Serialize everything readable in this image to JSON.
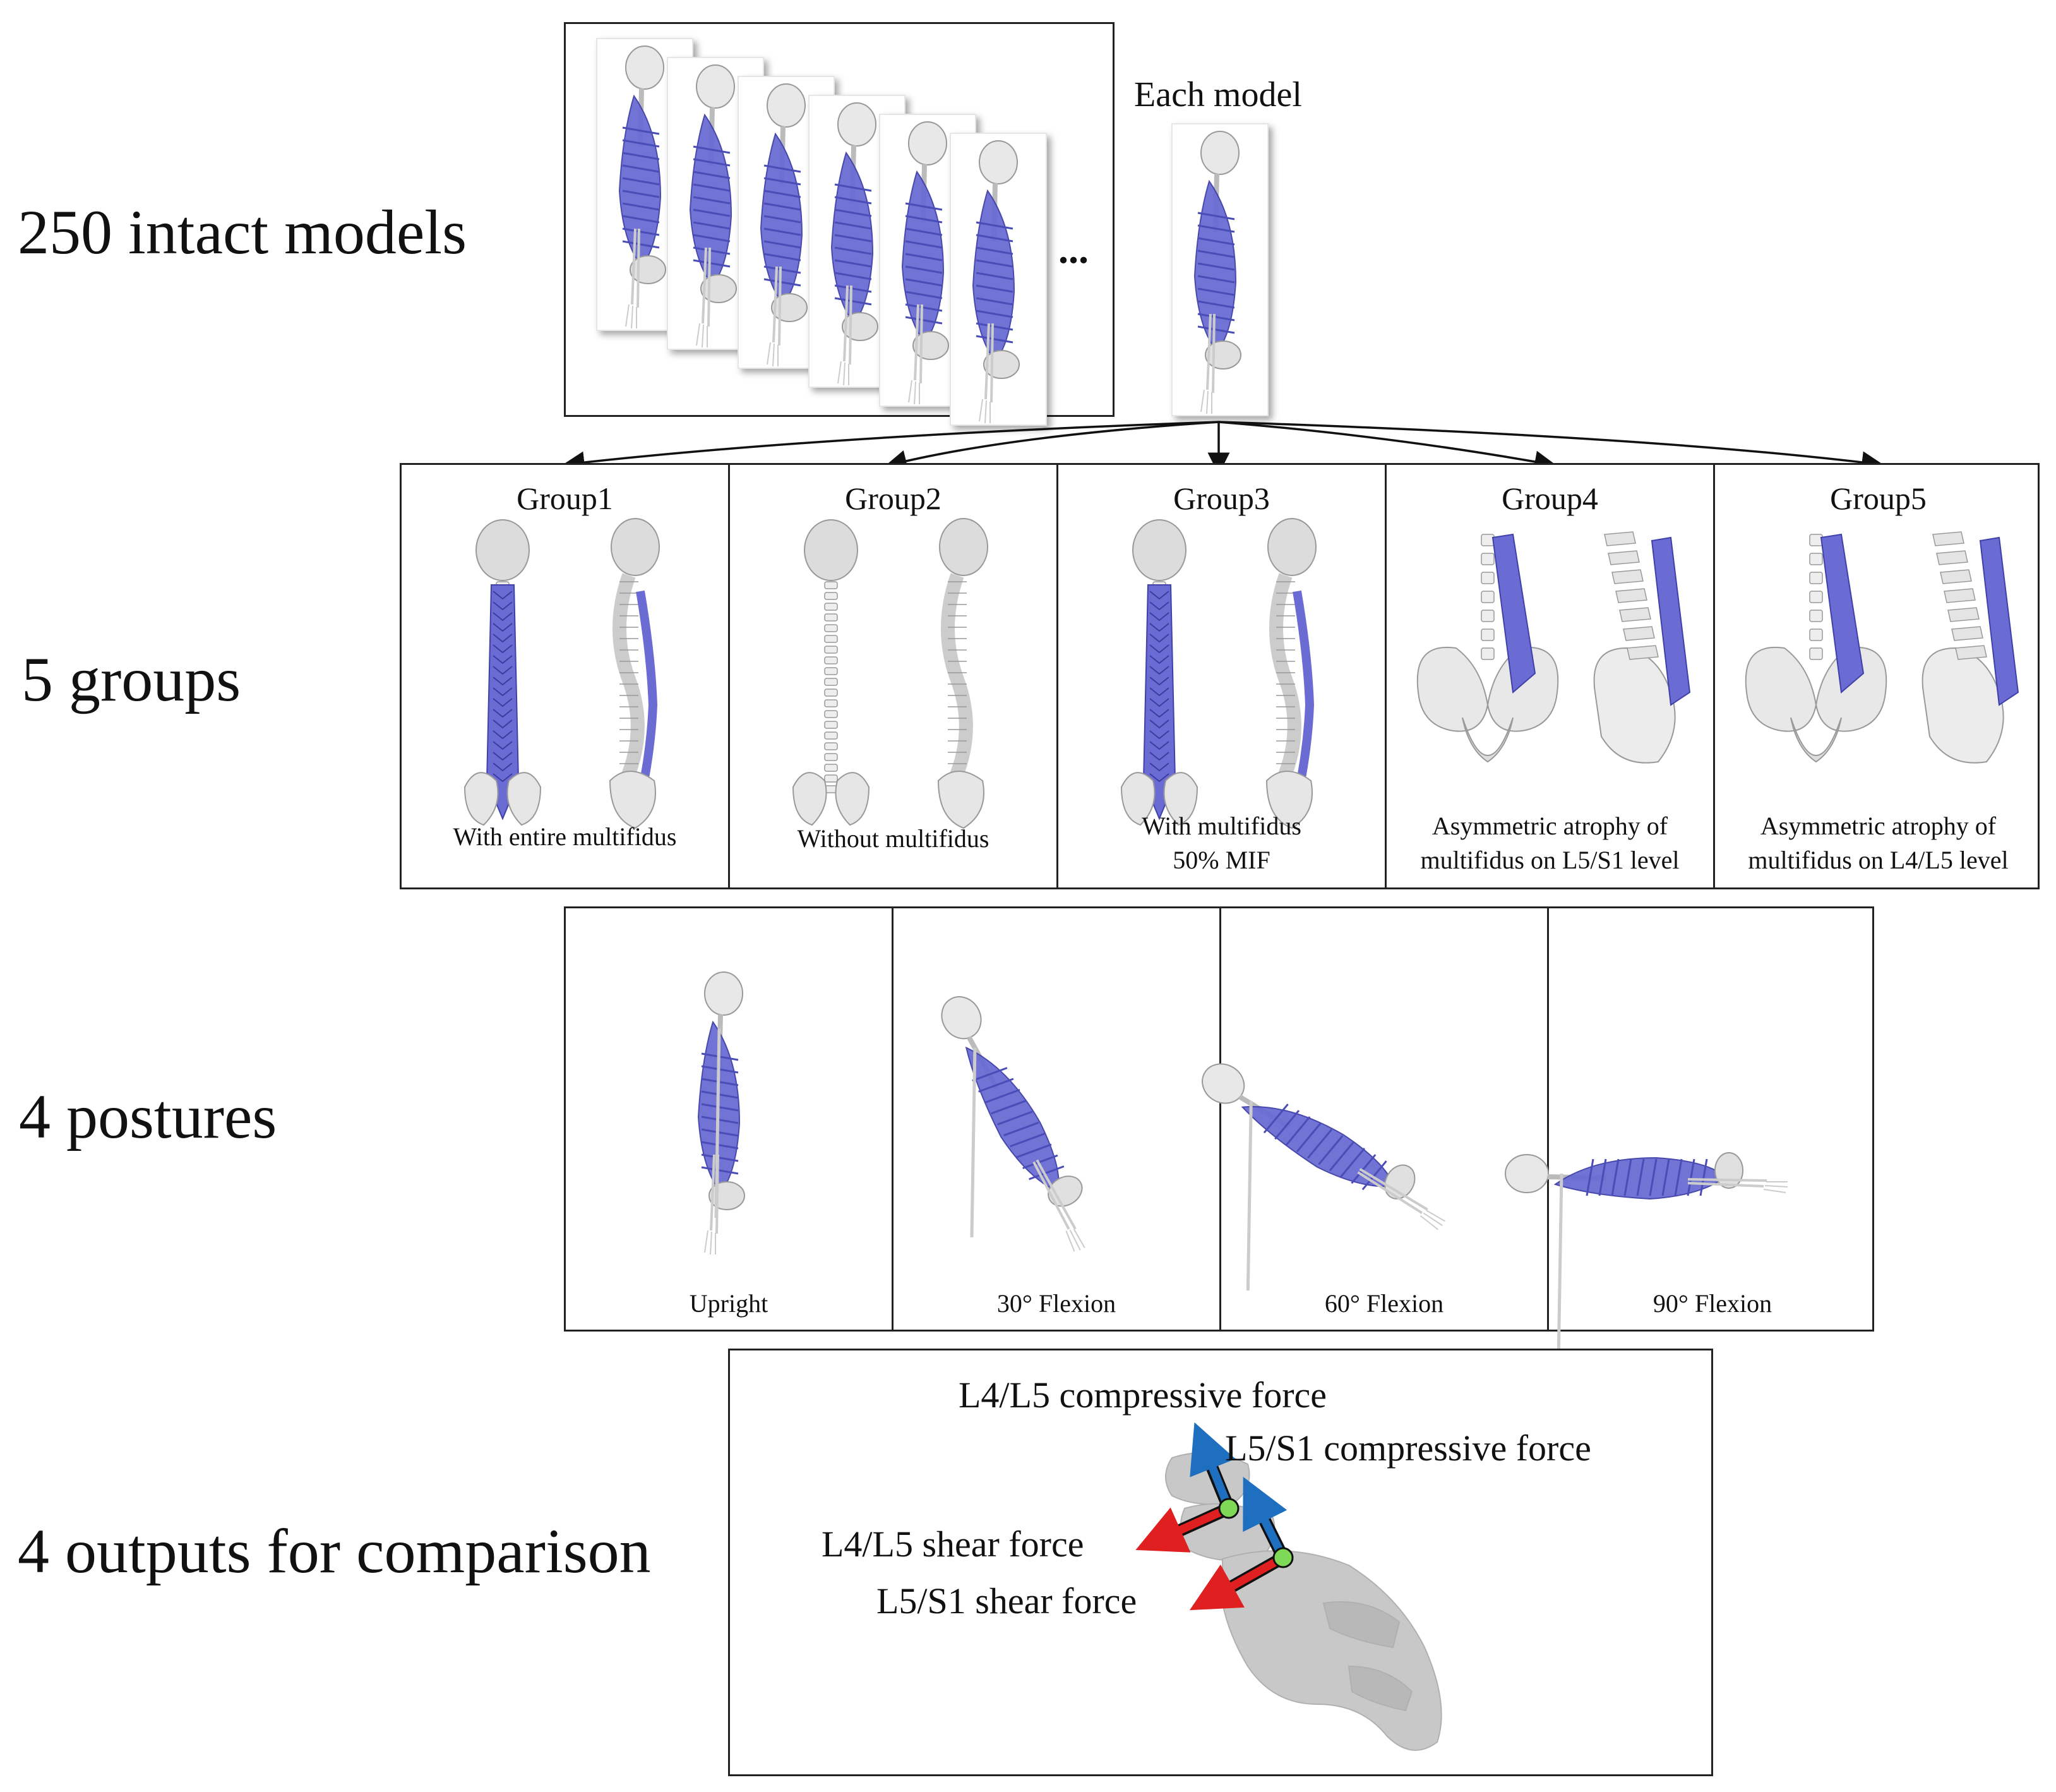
{
  "rows": {
    "models": "250 intact models",
    "groups": "5 groups",
    "postures": "4 postures",
    "outputs": "4 outputs for comparison"
  },
  "models": {
    "each_model": "Each model",
    "ellipsis": "..."
  },
  "groups": [
    {
      "title": "Group1",
      "caption": [
        "With entire multifidus"
      ]
    },
    {
      "title": "Group2",
      "caption": [
        "Without multifidus"
      ]
    },
    {
      "title": "Group3",
      "caption": [
        "With multifidus",
        "50% MIF"
      ]
    },
    {
      "title": "Group4",
      "caption": [
        "Asymmetric atrophy of",
        "multifidus  on L5/S1 level"
      ]
    },
    {
      "title": "Group5",
      "caption": [
        "Asymmetric atrophy of",
        "multifidus  on L4/L5 level"
      ]
    }
  ],
  "postures": [
    "Upright",
    "30° Flexion",
    "60° Flexion",
    "90° Flexion"
  ],
  "outputs": {
    "l4l5_compressive": "L4/L5 compressive force",
    "l5s1_compressive": "L5/S1 compressive force",
    "l4l5_shear": "L4/L5 shear force",
    "l5s1_shear": "L5/S1 shear force"
  },
  "colors": {
    "muscle": "#6a6cd3",
    "compressive_arrow": "#1f6fc0",
    "shear_arrow": "#e02020",
    "joint_dot": "#7ed957"
  }
}
